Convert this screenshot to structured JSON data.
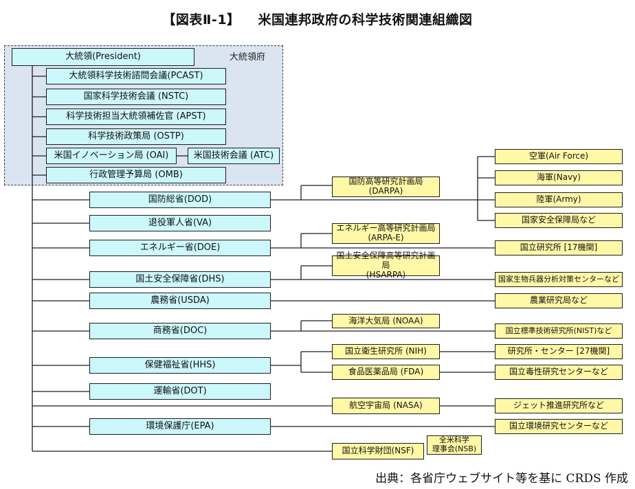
{
  "title": {
    "code": "【図表Ⅱ-1】",
    "text": "米国連邦政府の科学技術関連組織図"
  },
  "group_label": "大統領府",
  "executive_office": [
    "大統領(President)",
    "大統領科学技術諮問会議(PCAST)",
    "国家科学技術会議 (NSTC)",
    "科学技術担当大統領補佐官 (APST)",
    "科学技術政策局 (OSTP)",
    "米国イノベーション局 (OAI)",
    "米国技術会議 (ATC)",
    "行政管理予算局 (OMB)"
  ],
  "departments": [
    "国防総省(DOD)",
    "退役軍人省(VA)",
    "エネルギー省(DOE)",
    "国土安全保障省(DHS)",
    "農務省(USDA)",
    "商務省(DOC)",
    "保健福祉省(HHS)",
    "運輸省(DOT)",
    "環境保護庁(EPA)"
  ],
  "agencies": [
    "国防高等研究計画局\n(DARPA)",
    "エネルギー高等研究計画局\n(ARPA-E)",
    "国土安全保障高等研究計画局\n(HSARPA)",
    "海洋大気局 (NOAA)",
    "国立衛生研究所 (NIH)",
    "食品医薬品局 (FDA)",
    "航空宇宙局 (NASA)",
    "国立科学財団(NSF)",
    "全米科学\n理事会(NSB)"
  ],
  "labs": [
    "空軍(Air Force)",
    "海軍(Navy)",
    "陸軍(Army)",
    "国家安全保障局など",
    "国立研究所 [17機関]",
    "国家生物兵器分析対策センターなど",
    "農業研究局など",
    "国立標準技術研究所(NIST)など",
    "研究所・センター [27機関]",
    "国立毒性研究センターなど",
    "ジェット推進研究所など",
    "国立環境研究センターなど"
  ],
  "source": "出典：各省庁ウェブサイト等を基に CRDS 作成"
}
